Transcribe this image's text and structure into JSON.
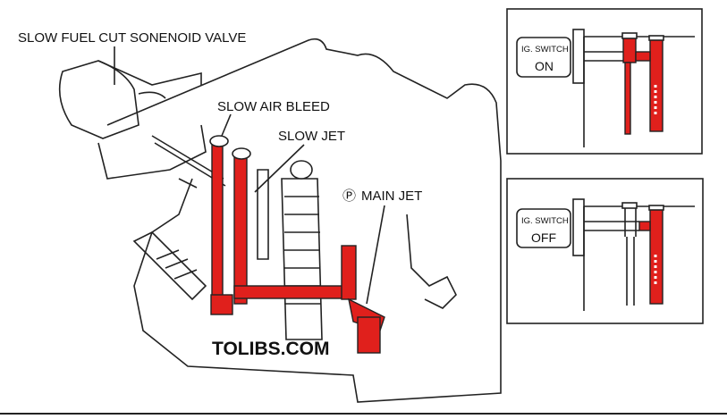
{
  "labels": {
    "solenoid_valve": "SLOW FUEL CUT SONENOID VALVE",
    "slow_air_bleed": "SLOW AIR BLEED",
    "slow_jet": "SLOW JET",
    "main_jet_symbol": "Ⓟ",
    "main_jet": "MAIN JET"
  },
  "watermark": "TOLIBS.COM",
  "insets": [
    {
      "switch_label": "IG. SWITCH",
      "state": "ON"
    },
    {
      "switch_label": "IG. SWITCH",
      "state": "OFF"
    }
  ],
  "colors": {
    "fuel": "#e0201c",
    "line": "#222222"
  }
}
